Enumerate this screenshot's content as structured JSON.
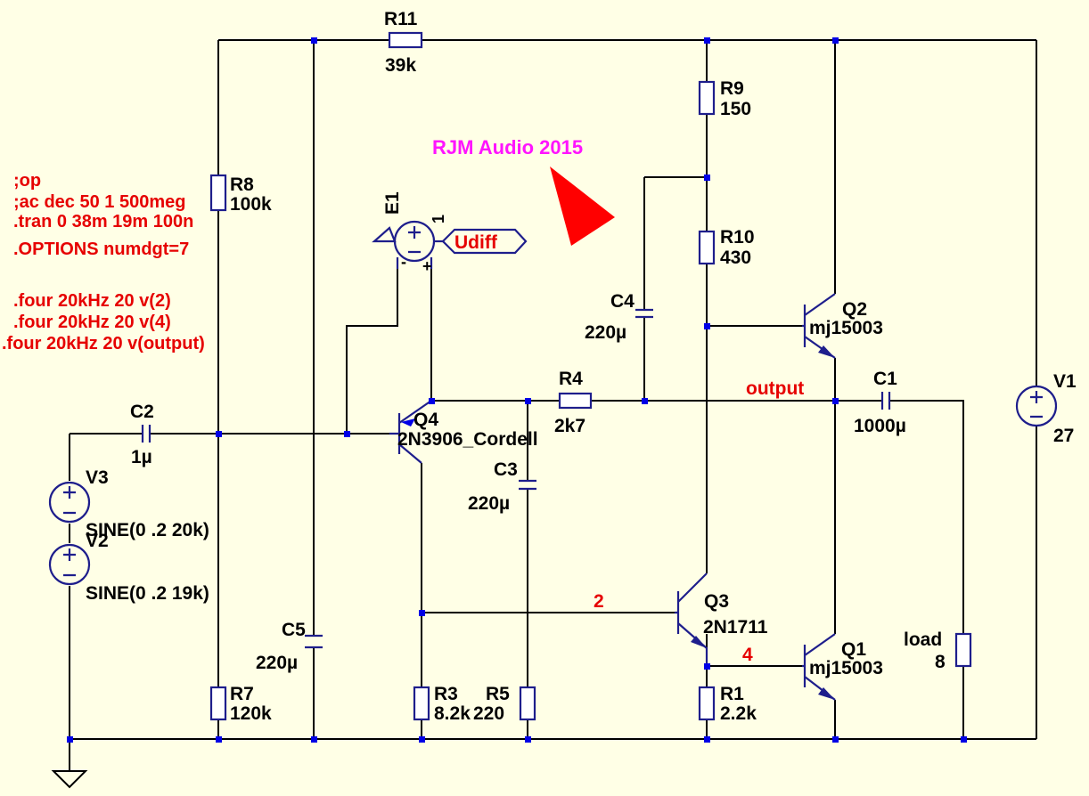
{
  "credit": "RJM Audio 2015",
  "directives": [
    ";op",
    ";ac dec 50 1 500meg",
    ".tran 0 38m 19m 100n",
    ".OPTIONS numdgt=7",
    ".four 20kHz 20 v(2)",
    ".four 20kHz 20 v(4)",
    ".four 20kHz 20 v(output)"
  ],
  "components": {
    "R11": {
      "name": "R11",
      "value": "39k"
    },
    "R9": {
      "name": "R9",
      "value": "150"
    },
    "R10": {
      "name": "R10",
      "value": "430"
    },
    "R8": {
      "name": "R8",
      "value": "100k"
    },
    "R7": {
      "name": "R7",
      "value": "120k"
    },
    "R3": {
      "name": "R3",
      "value": "8.2k"
    },
    "R5": {
      "name": "R5",
      "value": "220"
    },
    "R1": {
      "name": "R1",
      "value": "2.2k"
    },
    "R4": {
      "name": "R4",
      "value": "2k7"
    },
    "load": {
      "name": "load",
      "value": "8"
    },
    "C1": {
      "name": "C1",
      "value": "1000µ"
    },
    "C2": {
      "name": "C2",
      "value": "1µ"
    },
    "C3": {
      "name": "C3",
      "value": "220µ"
    },
    "C4": {
      "name": "C4",
      "value": "220µ"
    },
    "C5": {
      "name": "C5",
      "value": "220µ"
    },
    "Q1": {
      "name": "Q1",
      "value": "mj15003"
    },
    "Q2": {
      "name": "Q2",
      "value": "mj15003"
    },
    "Q3": {
      "name": "Q3",
      "value": "2N1711"
    },
    "Q4": {
      "name": "Q4",
      "value": "2N3906_Cordell"
    },
    "V1": {
      "name": "V1",
      "value": "27"
    },
    "V2": {
      "name": "V2",
      "value": "SINE(0 .2 19k)"
    },
    "V3": {
      "name": "V3",
      "value": "SINE(0 .2 20k)"
    },
    "E1": {
      "name": "E1",
      "pin": "1"
    }
  },
  "net_labels": {
    "output": "output",
    "n2": "2",
    "n4": "4",
    "udiff": "Udiff"
  },
  "colors": {
    "wire": "#000000",
    "component": "#1e1e8c",
    "junction": "#0000e6",
    "directive": "#e60000",
    "credit": "#ff14ff",
    "background": "#ffffe6"
  }
}
